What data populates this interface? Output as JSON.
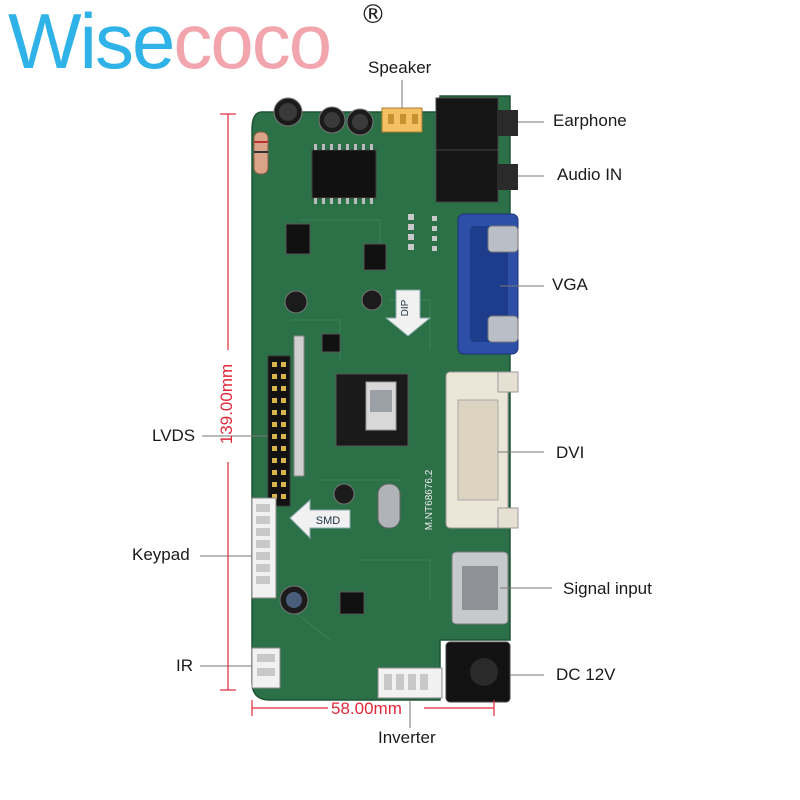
{
  "brand": {
    "name_part1": "Wise",
    "name_part2": "coco",
    "registered_mark": "®",
    "color_primary": "#2fb2e8",
    "color_secondary": "#f2a5ad"
  },
  "board": {
    "color": "#2c7048",
    "silkscreen_model": "M.NT68676.2",
    "arrow_labels": [
      "DIP",
      "SMD"
    ]
  },
  "callouts": {
    "speaker": "Speaker",
    "earphone": "Earphone",
    "audio_in": "Audio IN",
    "vga": "VGA",
    "dvi": "DVI",
    "signal_input": "Signal input",
    "dc": "DC 12V",
    "lvds": "LVDS",
    "keypad": "Keypad",
    "ir": "IR",
    "inverter": "Inverter"
  },
  "dimensions": {
    "height": "139.00mm",
    "width": "58.00mm",
    "color": "#e0283a"
  }
}
